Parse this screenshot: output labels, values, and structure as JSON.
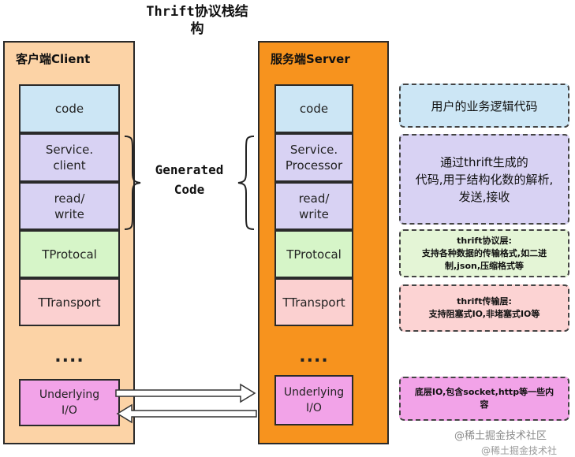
{
  "title": "Thrift协议栈结构",
  "title_line1": "Thrift协议栈结",
  "title_line2": "构",
  "client": {
    "title": "客户端Client",
    "layers": [
      "code",
      "Service.\nclient",
      "read/\nwrite",
      "TProtocal",
      "TTransport"
    ],
    "dots": "....",
    "io": "Underlying\nI/O"
  },
  "server": {
    "title": "服务端Server",
    "layers": [
      "code",
      "Service.\nProcessor",
      "read/\nwrite",
      "TProtocal",
      "TTransport"
    ],
    "dots": "....",
    "io": "Underlying\nI/O"
  },
  "generated": {
    "line1": "Generated",
    "line2": "Code"
  },
  "notes": {
    "user_code": "用户的业务逻辑代码",
    "generated_code": "通过thrift生成的\n代码,用于结构化数的解析,\n发送,接收",
    "protocol": "thrift协议层:\n支持各种数据的传输格式,如二进\n制,json,压缩格式等",
    "transport": "thrift传输层:\n支持阻塞式IO,非堵塞式IO等",
    "io": "底层IO,包含socket,http等一些内\n容"
  },
  "watermark": "@稀土掘金技术社区",
  "watermark2": "@稀土掘金技术社",
  "colors": {
    "client_panel": "#fcd3a6",
    "server_panel": "#f7931e",
    "code": "#cce6f5",
    "service": "#d8d2f3",
    "protocol": "#d6f5c8",
    "transport": "#fbd0d0",
    "io": "#f2a3e8"
  }
}
